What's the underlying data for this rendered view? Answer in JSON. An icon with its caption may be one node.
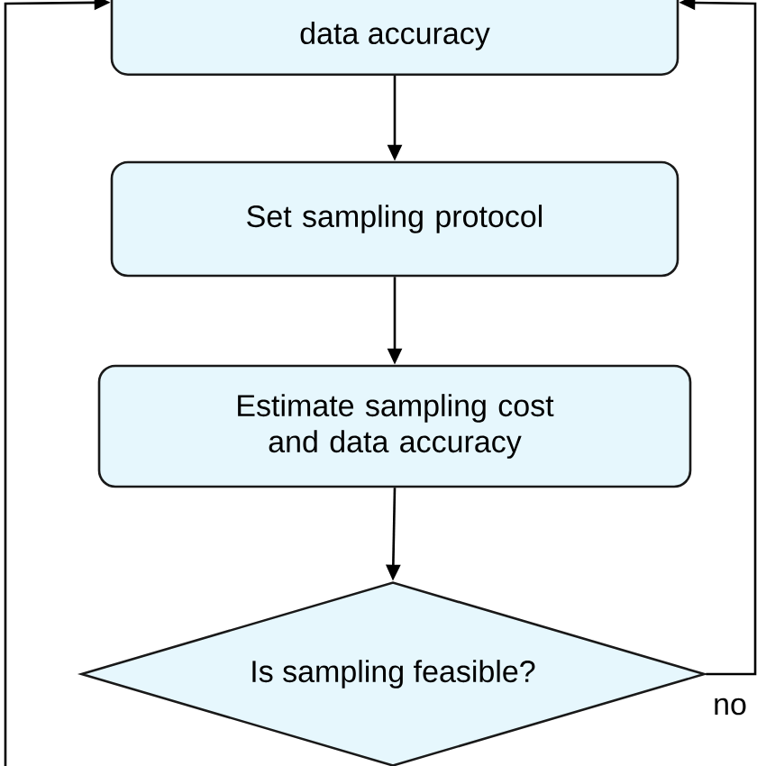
{
  "diagram": {
    "nodes": [
      {
        "text": [
          "data accuracy"
        ]
      },
      {
        "text": [
          "Set sampling protocol"
        ]
      },
      {
        "text": [
          "Estimate sampling cost and data accuracy"
        ]
      },
      {
        "text": [
          "Is sampling feasible?"
        ]
      }
    ],
    "edges": [
      {
        "from": 0,
        "to": 1,
        "arrow": "to"
      },
      {
        "from": 1,
        "to": 2,
        "arrow": "to"
      },
      {
        "from": 2,
        "to": 3,
        "arrow": "to"
      },
      {
        "from": 3,
        "to": 0,
        "arrow": "to",
        "label": "no"
      },
      {
        "from": null,
        "to": 0,
        "arrow": "to"
      }
    ]
  }
}
